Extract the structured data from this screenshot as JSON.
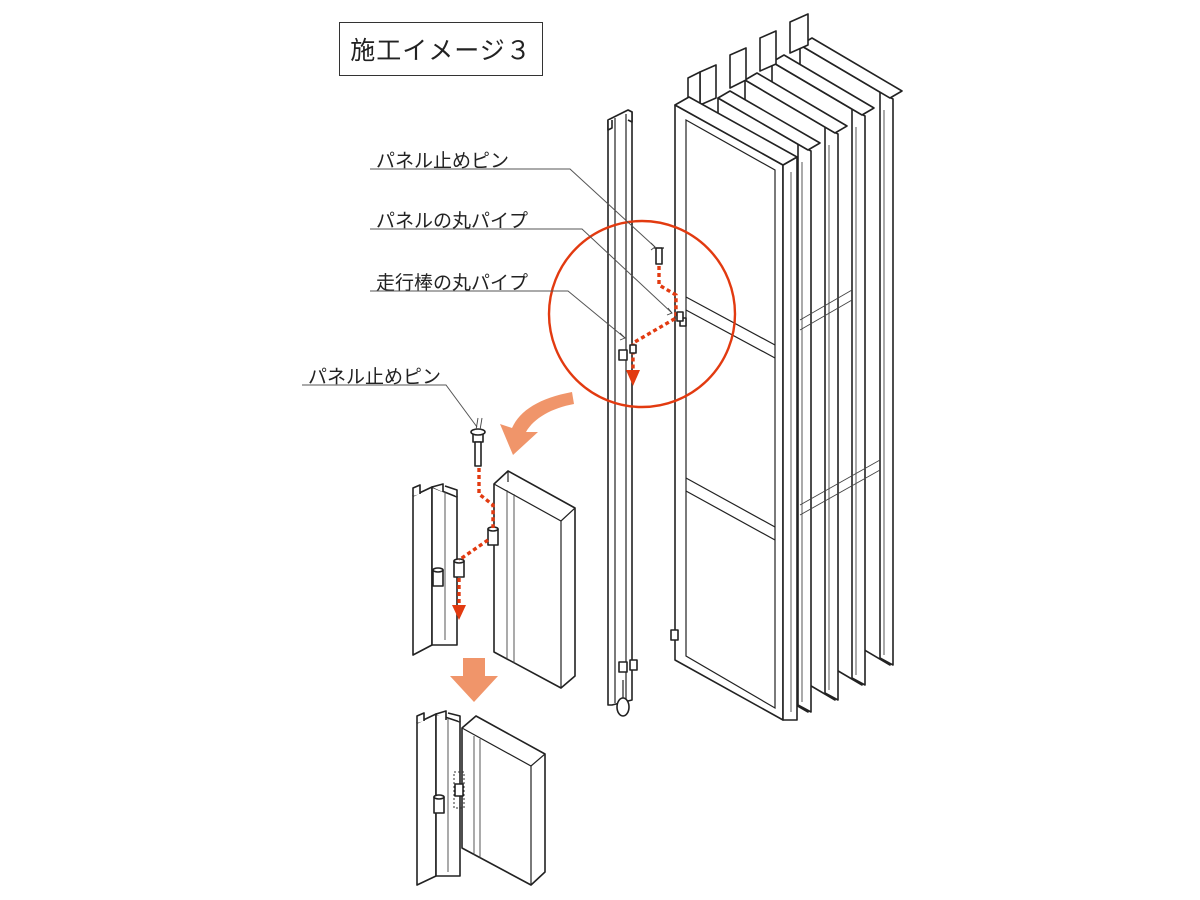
{
  "title": "施工イメージ３",
  "callouts": {
    "pin_upper": "パネル止めピン",
    "panel_pipe": "パネルの丸パイプ",
    "rail_pipe": "走行棒の丸パイプ",
    "pin_lower": "パネル止めピン"
  },
  "colors": {
    "accent_red": "#e23a10",
    "accent_orange": "#f0956a",
    "line": "#222222"
  }
}
